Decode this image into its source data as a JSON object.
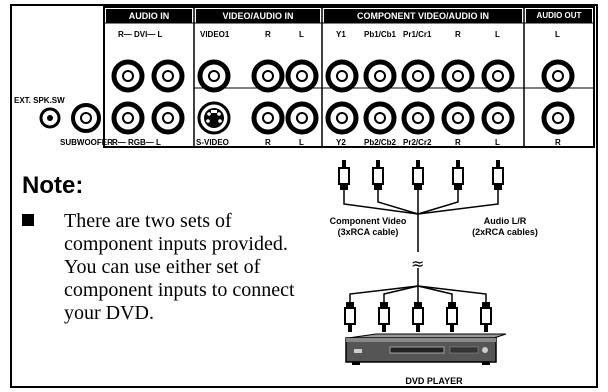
{
  "panel": {
    "groups": [
      {
        "id": "audio-in",
        "label": "AUDIO IN"
      },
      {
        "id": "video-audio-in",
        "label": "VIDEO/AUDIO IN"
      },
      {
        "id": "component-in",
        "label": "COMPONENT VIDEO/AUDIO IN"
      },
      {
        "id": "audio-out",
        "label": "AUDIO OUT"
      }
    ],
    "top_labels": [
      "R— DVI— L",
      "VIDEO1",
      "R",
      "L",
      "Y1",
      "Pb1/Cb1",
      "Pr1/Cr1",
      "R",
      "L",
      "L"
    ],
    "bottom_labels": [
      "R— RGB— L",
      "S-VIDEO",
      "R",
      "L",
      "Y2",
      "Pb2/Cb2",
      "Pr2/Cr2",
      "R",
      "L",
      "R"
    ],
    "ext_speaker_label": "EXT. SPK.SW",
    "subwoofer_label": "SUBWOOFER"
  },
  "note": {
    "title": "Note:",
    "text": "There are two sets of component inputs provided.  You can use either set of component inputs to connect your DVD."
  },
  "cables": {
    "component_label": "Component Video\n(3xRCA cable)",
    "audio_label": "Audio L/R\n(2xRCA cables)",
    "break_symbol": "≈"
  },
  "device": {
    "label": "DVD PLAYER"
  }
}
